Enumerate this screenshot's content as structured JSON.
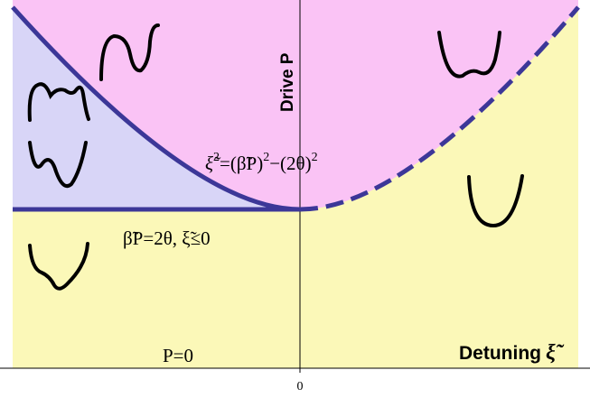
{
  "colors": {
    "pink_region": "#fac3f5",
    "lavender_region": "#d8d5f7",
    "yellow_region": "#fbf8b8",
    "boundary_line": "#3c3798",
    "potential_curve": "#000000",
    "axis": "#000000"
  },
  "axes": {
    "y_label": "Drive P",
    "x_label_word": "Detuning",
    "x_label_symbol": "ξ̃",
    "x_tick_label": "0"
  },
  "annotations": {
    "curve_equation_lhs": "ξ̃",
    "curve_equation_lhs_exp": "2",
    "curve_equation_mid": "=(β̃P)",
    "curve_equation_mid_exp": "2",
    "curve_equation_tail": "−(2θ)",
    "curve_equation_tail_exp": "2",
    "threshold_line_label": "β̃P=2θ, ξ̃≤0",
    "zero_drive_label": "P=0"
  },
  "regions": [
    {
      "name": "bistable-region",
      "color_key": "pink_region"
    },
    {
      "name": "multistable-region",
      "color_key": "lavender_region"
    },
    {
      "name": "monostable-region",
      "color_key": "yellow_region"
    }
  ]
}
